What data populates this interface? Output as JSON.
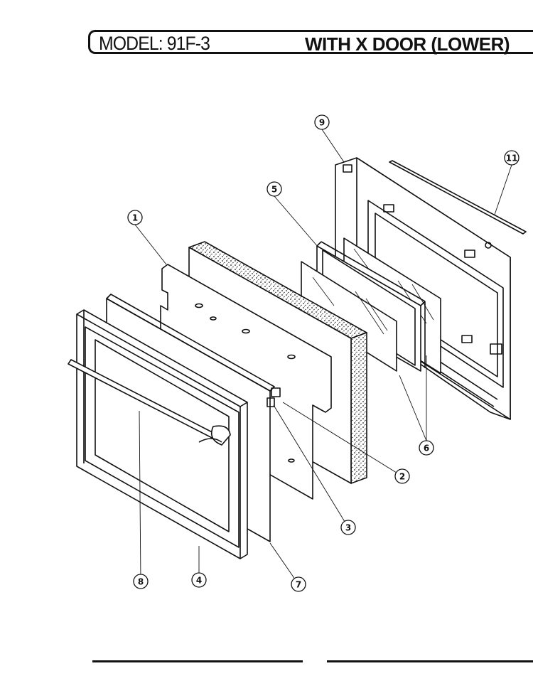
{
  "header": {
    "model": "MODEL: 91F-3",
    "title": "WITH X DOOR (LOWER)"
  },
  "callouts": [
    {
      "id": "1",
      "label": "1"
    },
    {
      "id": "2",
      "label": "2"
    },
    {
      "id": "3",
      "label": "3"
    },
    {
      "id": "4",
      "label": "4"
    },
    {
      "id": "5",
      "label": "5"
    },
    {
      "id": "6",
      "label": "6"
    },
    {
      "id": "7",
      "label": "7"
    },
    {
      "id": "8",
      "label": "8"
    },
    {
      "id": "9",
      "label": "9"
    },
    {
      "id": "11",
      "label": "11"
    }
  ]
}
